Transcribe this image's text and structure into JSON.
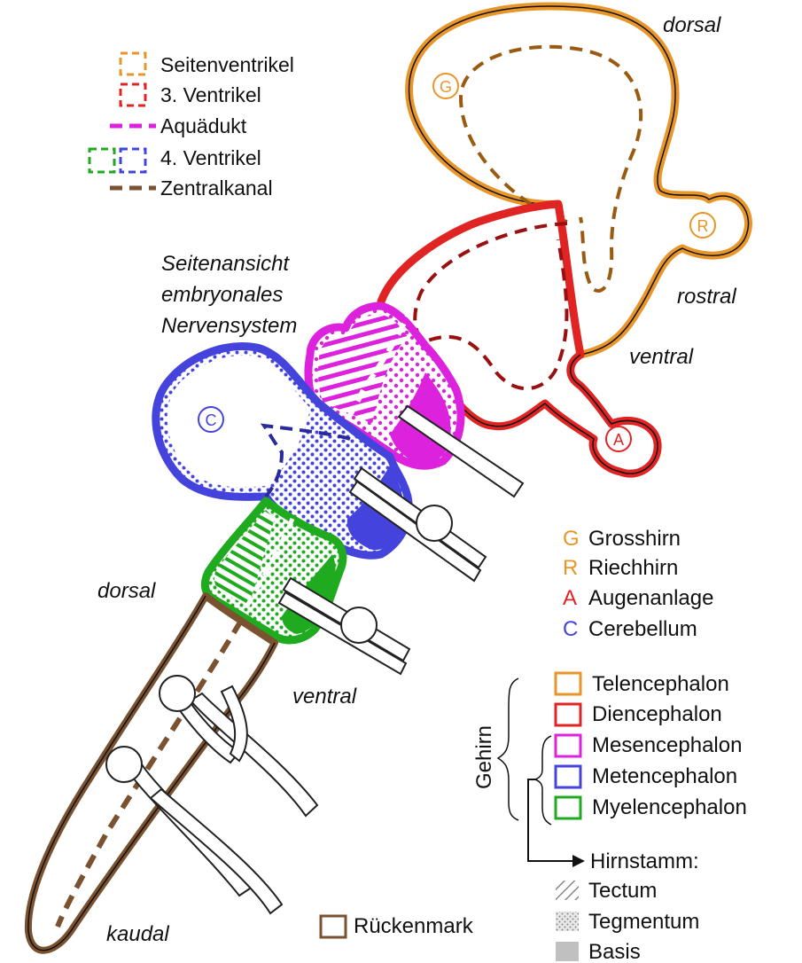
{
  "orientation": {
    "dorsal_top": "dorsal",
    "rostral": "rostral",
    "ventral_right": "ventral",
    "dorsal_left": "dorsal",
    "ventral_mid": "ventral",
    "kaudal": "kaudal"
  },
  "caption": {
    "line1": "Seitenansicht",
    "line2": "embryonales",
    "line3": "Nervensystem"
  },
  "ventricles": {
    "seitenventrikel": "Seitenventrikel",
    "ventrikel3": "3. Ventrikel",
    "aquaedukt": "Aquädukt",
    "ventrikel4": "4. Ventrikel",
    "zentralkanal": "Zentralkanal"
  },
  "landmarks": [
    {
      "letter": "G",
      "name": "Grosshirn",
      "color": "#e8962a"
    },
    {
      "letter": "R",
      "name": "Riechhirn",
      "color": "#e8962a"
    },
    {
      "letter": "A",
      "name": "Augenanlage",
      "color": "#e02424"
    },
    {
      "letter": "C",
      "name": "Cerebellum",
      "color": "#4444dd"
    }
  ],
  "regions": {
    "telencephalon": "Telencephalon",
    "diencephalon": "Diencephalon",
    "mesencephalon": "Mesencephalon",
    "metencephalon": "Metencephalon",
    "myelencephalon": "Myelencephalon",
    "gehirn": "Gehirn",
    "hirnstamm": "Hirnstamm:",
    "tectum": "Tectum",
    "tegmentum": "Tegmentum",
    "basis": "Basis",
    "rueckenmark": "Rückenmark"
  },
  "colors": {
    "telencephalon": "#e8962a",
    "diencephalon": "#e02424",
    "mesencephalon": "#dd22dd",
    "metencephalon": "#4444dd",
    "myelencephalon": "#1faa1f",
    "rueckenmark": "#7a5230",
    "basis": "#c0c0c0"
  }
}
